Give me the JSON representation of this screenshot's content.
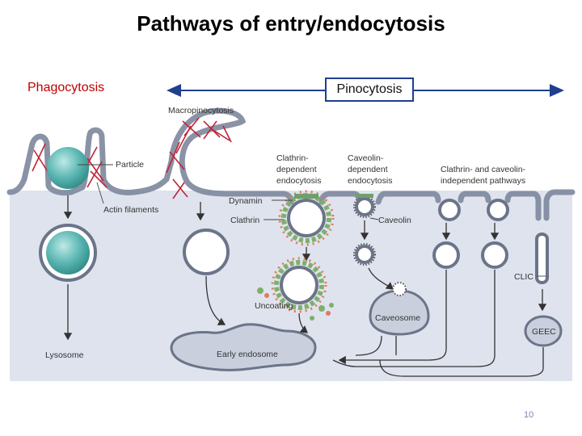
{
  "slide": {
    "title": "Pathways of entry/endocytosis",
    "phagocytosis_label": "Phagocytosis",
    "pinocytosis_label": "Pinocytosis",
    "page_number": "10",
    "colors": {
      "phagocytosis": "#c00000",
      "arrow": "#1f3f8f"
    }
  },
  "diagram": {
    "labels": {
      "macropinocytosis": "Macropinocytosis",
      "particle": "Particle",
      "actin_filaments": "Actin filaments",
      "clathrin_dep_1": "Clathrin-",
      "clathrin_dep_2": "dependent",
      "clathrin_dep_3": "endocytosis",
      "caveolin_dep_1": "Caveolin-",
      "caveolin_dep_2": "dependent",
      "caveolin_dep_3": "endocytosis",
      "independent_1": "Clathrin- and caveolin-",
      "independent_2": "independent pathways",
      "dynamin": "Dynamin",
      "clathrin": "Clathrin",
      "caveolin": "Caveolin",
      "uncoating": "Uncoating",
      "caveosome": "Caveosome",
      "clic": "CLIC",
      "geec": "GEEC",
      "lysosome": "Lysosome",
      "early_endosome": "Early endosome"
    }
  }
}
